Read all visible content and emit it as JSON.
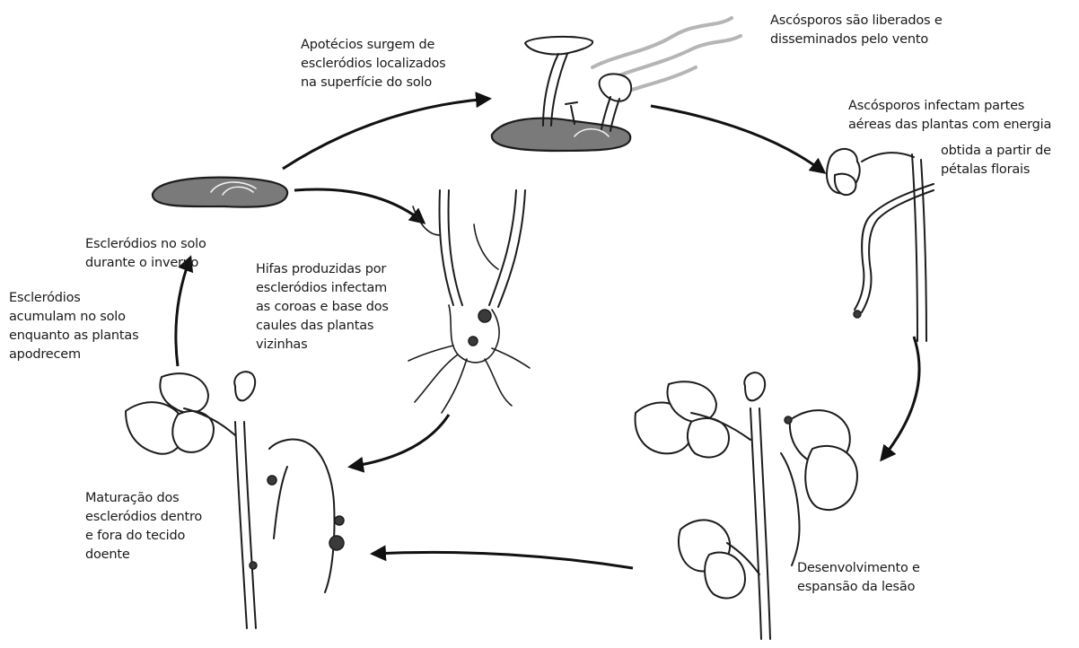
{
  "labels": {
    "apothecia": "Apotécios surgem de\nescleródios localizados\nna superfície do solo",
    "ascospores_released": "Ascósporos são liberados e\ndisseminados pelo vento",
    "ascospores_infect_1": "Ascósporos infectam partes\naéreas das plantas com energia",
    "ascospores_infect_2": "obtida a partir de\npétalas florais",
    "sclerotia_winter": "Escleródios no solo\ndurante o inverno",
    "sclerotia_accumulate": "Escleródios\nacumulam no solo\nenquanto as plantas\napodrecem",
    "hyphae": "Hifas produzidas por\nescleródios  infectam\nas coroas e base dos\ncaules das plantas\nvizinhas",
    "maturation": "Maturação dos\nescleródios dentro\ne fora do tecido\ndoente",
    "lesion": "Desenvolvimento e\nespansão da lesão"
  },
  "colors": {
    "sclerotium_fill": "#7a7a7a",
    "line": "#1c1c1c",
    "wind": "#b5b5b5"
  }
}
